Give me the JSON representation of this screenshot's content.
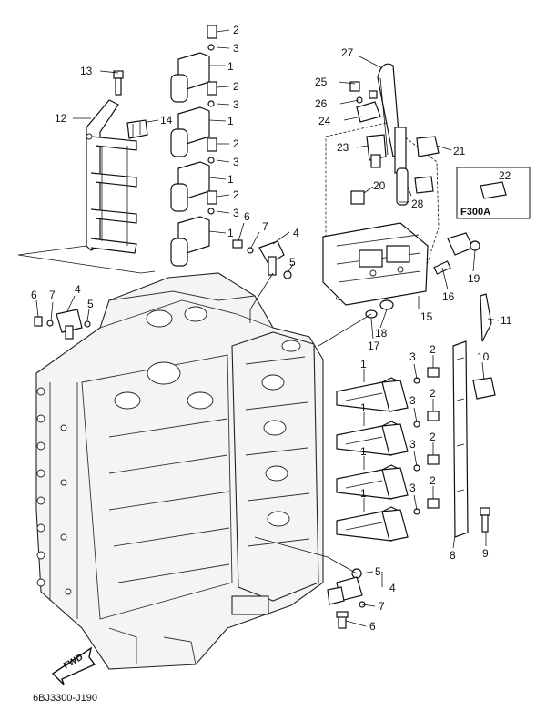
{
  "diagram": {
    "drawing_code": "6BJ3300-J190",
    "fwd_label": "FWD",
    "inset_label": "F300A",
    "callouts": [
      {
        "id": "c2a",
        "text": "2"
      },
      {
        "id": "c3a",
        "text": "3"
      },
      {
        "id": "c1a",
        "text": "1"
      },
      {
        "id": "c2b",
        "text": "2"
      },
      {
        "id": "c3b",
        "text": "3"
      },
      {
        "id": "c1b",
        "text": "1"
      },
      {
        "id": "c2c",
        "text": "2"
      },
      {
        "id": "c3c",
        "text": "3"
      },
      {
        "id": "c1c",
        "text": "1"
      },
      {
        "id": "c2d",
        "text": "2"
      },
      {
        "id": "c3d",
        "text": "3"
      },
      {
        "id": "c1d",
        "text": "1"
      },
      {
        "id": "c13",
        "text": "13"
      },
      {
        "id": "c12",
        "text": "12"
      },
      {
        "id": "c14",
        "text": "14"
      },
      {
        "id": "c6a",
        "text": "6"
      },
      {
        "id": "c7a",
        "text": "7"
      },
      {
        "id": "c4a",
        "text": "4"
      },
      {
        "id": "c5a",
        "text": "5"
      },
      {
        "id": "c6b",
        "text": "6"
      },
      {
        "id": "c7b",
        "text": "7"
      },
      {
        "id": "c4b",
        "text": "4"
      },
      {
        "id": "c5b",
        "text": "5"
      },
      {
        "id": "c27",
        "text": "27"
      },
      {
        "id": "c25",
        "text": "25"
      },
      {
        "id": "c26",
        "text": "26"
      },
      {
        "id": "c24",
        "text": "24"
      },
      {
        "id": "c23",
        "text": "23"
      },
      {
        "id": "c21",
        "text": "21"
      },
      {
        "id": "c20",
        "text": "20"
      },
      {
        "id": "c28",
        "text": "28"
      },
      {
        "id": "c22",
        "text": "22"
      },
      {
        "id": "c19",
        "text": "19"
      },
      {
        "id": "c16",
        "text": "16"
      },
      {
        "id": "c15",
        "text": "15"
      },
      {
        "id": "c18",
        "text": "18"
      },
      {
        "id": "c17",
        "text": "17"
      },
      {
        "id": "c11",
        "text": "11"
      },
      {
        "id": "c10",
        "text": "10"
      },
      {
        "id": "c3e",
        "text": "3"
      },
      {
        "id": "c2e",
        "text": "2"
      },
      {
        "id": "c1e",
        "text": "1"
      },
      {
        "id": "c3f",
        "text": "3"
      },
      {
        "id": "c2f",
        "text": "2"
      },
      {
        "id": "c1f",
        "text": "1"
      },
      {
        "id": "c3g",
        "text": "3"
      },
      {
        "id": "c2g",
        "text": "2"
      },
      {
        "id": "c1g",
        "text": "1"
      },
      {
        "id": "c3h",
        "text": "3"
      },
      {
        "id": "c2h",
        "text": "2"
      },
      {
        "id": "c1h",
        "text": "1"
      },
      {
        "id": "c8",
        "text": "8"
      },
      {
        "id": "c9",
        "text": "9"
      },
      {
        "id": "c5c",
        "text": "5"
      },
      {
        "id": "c4c",
        "text": "4"
      },
      {
        "id": "c7c",
        "text": "7"
      },
      {
        "id": "c6c",
        "text": "6"
      }
    ]
  }
}
